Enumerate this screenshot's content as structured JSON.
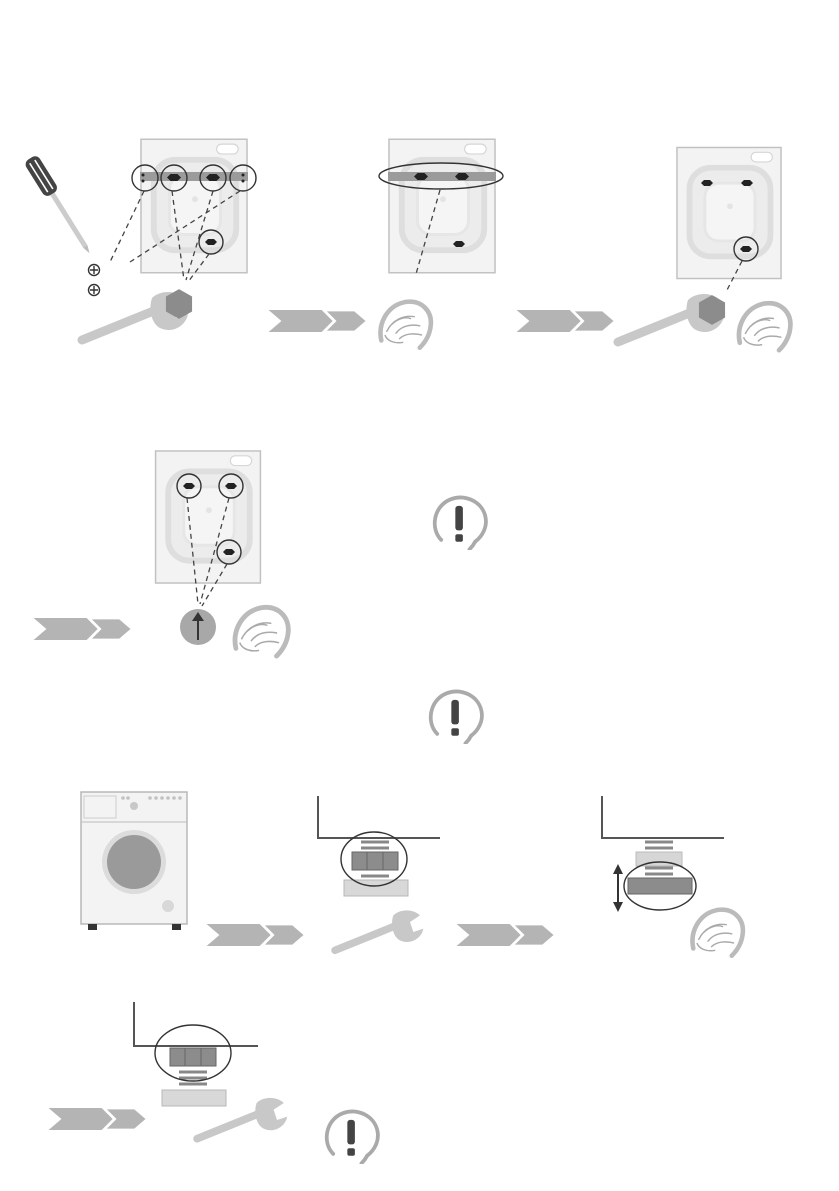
{
  "colors": {
    "background": "#ffffff",
    "panel_fill": "#f3f3f3",
    "panel_stroke": "#b8b8b8",
    "tool_grey": "#c8c8c8",
    "arrow_grey": "#b4b4b4",
    "dark": "#333333",
    "bolt": "#222222",
    "nut_grey": "#8c8c8c",
    "drum_grey": "#9a9a9a",
    "dashed_line": "#444444"
  },
  "sections": [
    {
      "id": "step-1-remove-transit-bolts",
      "icons": [
        "screwdriver-icon",
        "screw-icon",
        "wrench-icon",
        "hex-nut-icon",
        "double-arrow-icon",
        "hand-icon"
      ]
    },
    {
      "id": "step-2-insert-caps",
      "icons": [
        "double-arrow-icon",
        "push-cap-icon",
        "hand-icon",
        "warning-icon"
      ]
    },
    {
      "id": "step-3-level-feet",
      "icons": [
        "washing-machine-icon",
        "adjustable-foot-icon",
        "wrench-icon",
        "up-down-arrow-icon",
        "hand-icon",
        "warning-icon"
      ]
    }
  ]
}
